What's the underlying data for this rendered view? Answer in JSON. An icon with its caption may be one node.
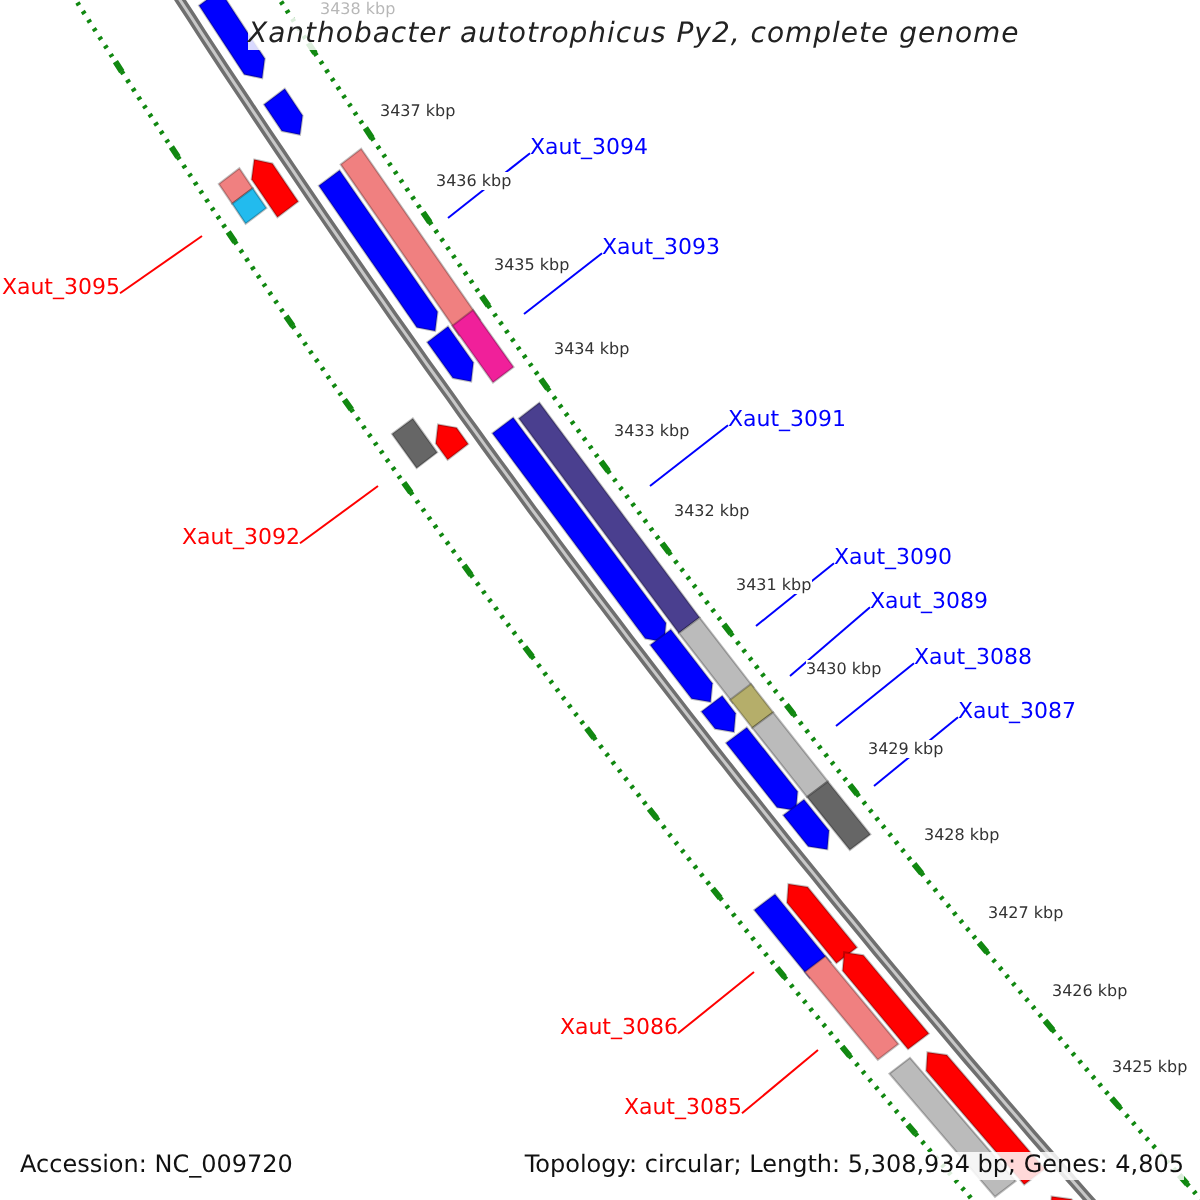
{
  "diagram": {
    "title": "Xanthobacter autotrophicus Py2, complete genome",
    "nodes": [
      {
        "text": [
          "Xaut_3094"
        ]
      },
      {
        "text": [
          "Xaut_3095"
        ]
      },
      {
        "text": [
          "Xaut_3093"
        ]
      },
      {
        "text": [
          "Xaut_3091"
        ]
      },
      {
        "text": [
          "Xaut_3092"
        ]
      },
      {
        "text": [
          "Xaut_3090"
        ]
      },
      {
        "text": [
          "Xaut_3089"
        ]
      },
      {
        "text": [
          "Xaut_3088"
        ]
      },
      {
        "text": [
          "Xaut_3087"
        ]
      },
      {
        "text": [
          "Xaut_3086"
        ]
      },
      {
        "text": [
          "Xaut_3085"
        ]
      }
    ],
    "edges": [
      {
        "from": 0,
        "to": null,
        "arrow": "none"
      },
      {
        "from": 1,
        "to": null,
        "arrow": "none",
        "color": "#ff0000"
      },
      {
        "from": 2,
        "to": null,
        "arrow": "none"
      },
      {
        "from": 3,
        "to": null,
        "arrow": "none"
      },
      {
        "from": 4,
        "to": null,
        "arrow": "none",
        "color": "#ff0000"
      },
      {
        "from": 5,
        "to": null,
        "arrow": "none"
      },
      {
        "from": 6,
        "to": null,
        "arrow": "none"
      },
      {
        "from": 7,
        "to": null,
        "arrow": "none"
      },
      {
        "from": 8,
        "to": null,
        "arrow": "none"
      },
      {
        "from": 9,
        "to": null,
        "arrow": "none",
        "color": "#ff0000"
      },
      {
        "from": 10,
        "to": null,
        "arrow": "none",
        "color": "#ff0000"
      }
    ],
    "labels": [
      "3438 kbp",
      "3437 kbp",
      "3436 kbp",
      "3435 kbp",
      "3434 kbp",
      "3433 kbp",
      "3432 kbp",
      "3431 kbp",
      "3430 kbp",
      "3429 kbp",
      "3428 kbp",
      "3427 kbp",
      "3426 kbp",
      "3425 kbp",
      "Accession: NC_009720",
      "Topology: circular; Length: 5,308,934 bp; Genes: 4,805"
    ]
  }
}
